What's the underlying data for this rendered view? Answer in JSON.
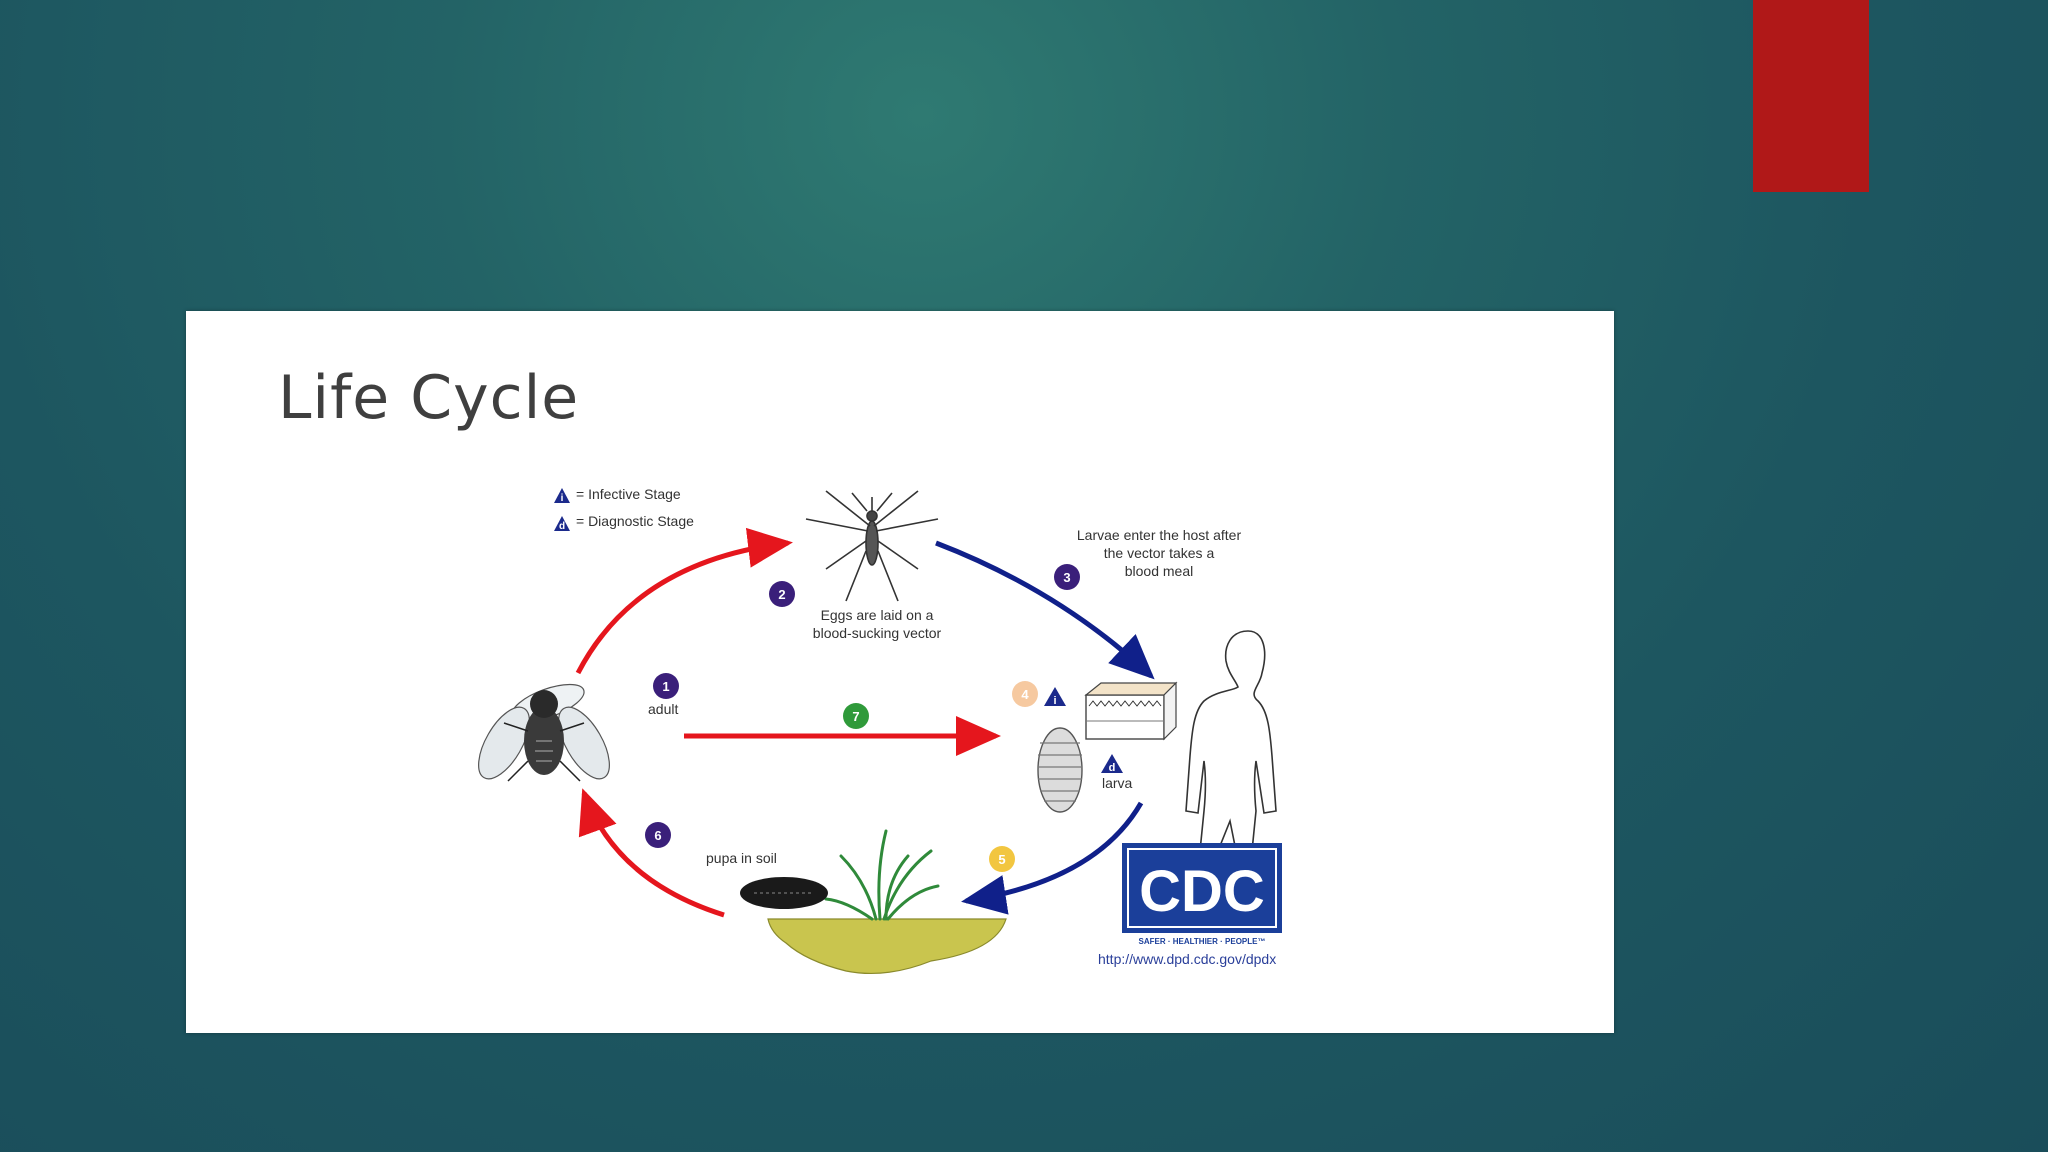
{
  "slide": {
    "title": "Life Cycle",
    "accent_color": "#b01818"
  },
  "legend": {
    "infective_symbol": "i",
    "infective_label": "= Infective Stage",
    "diagnostic_symbol": "d",
    "diagnostic_label": "= Diagnostic Stage"
  },
  "stages": [
    {
      "number": "1",
      "label": "adult"
    },
    {
      "number": "2",
      "label_line1": "Eggs are laid on a",
      "label_line2": "blood-sucking vector"
    },
    {
      "number": "3",
      "label_line1": "Larvae enter the host after",
      "label_line2": "the vector takes a",
      "label_line3": "blood meal"
    },
    {
      "number": "4"
    },
    {
      "number": "5"
    },
    {
      "number": "6",
      "label": "pupa in soil"
    },
    {
      "number": "7"
    }
  ],
  "larva_label": "larva",
  "cdc": {
    "logo_text": "CDC",
    "tagline": "SAFER · HEALTHIER · PEOPLE™",
    "url": "http://www.dpd.cdc.gov/dpdx"
  }
}
